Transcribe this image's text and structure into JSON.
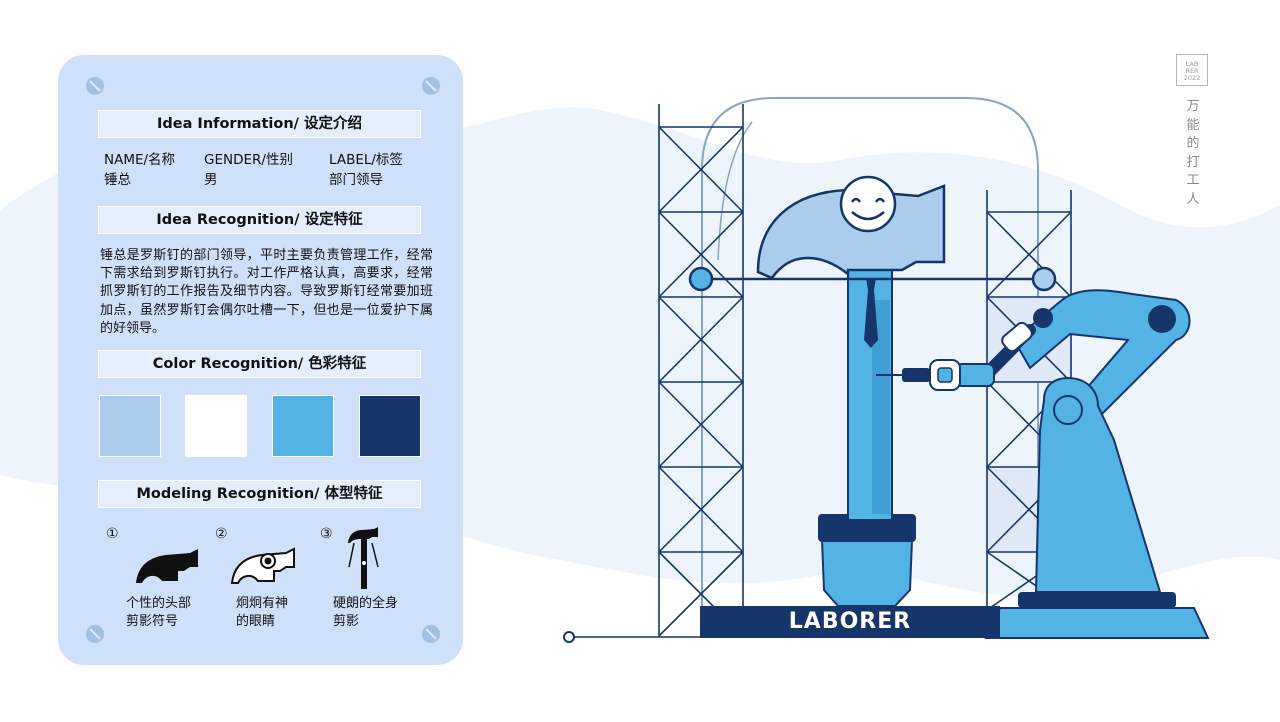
{
  "sections": {
    "info_title": "Idea Information/ 设定介绍",
    "recognition_title": "Idea Recognition/ 设定特征",
    "color_title": "Color Recognition/ 色彩特征",
    "modeling_title": "Modeling Recognition/ 体型特征"
  },
  "info": {
    "name_label": "NAME/名称",
    "name_value": "锤总",
    "gender_label": "GENDER/性别",
    "gender_value": "男",
    "tag_label": "LABEL/标签",
    "tag_value": "部门领导"
  },
  "description": "锤总是罗斯钉的部门领导，平时主要负责管理工作，经常下需求给到罗斯钉执行。对工作严格认真，高要求，经常抓罗斯钉的工作报告及细节内容。导致罗斯钉经常要加班加点，虽然罗斯钉会偶尔吐槽一下，但也是一位爱护下属的好领导。",
  "colors": [
    "#a9cdea",
    "#ffffff",
    "#52b3e4",
    "#15356b"
  ],
  "modeling": [
    {
      "num": "①",
      "line1": "个性的头部",
      "line2": "剪影符号"
    },
    {
      "num": "②",
      "line1": "炯炯有神",
      "line2": "的眼睛"
    },
    {
      "num": "③",
      "line1": "硬朗的全身",
      "line2": "剪影"
    }
  ],
  "brand": {
    "logo_line1": "LAB",
    "logo_line2": "RER",
    "logo_line3": "2022",
    "vertical_title": "万能的打工人"
  },
  "scene": {
    "base_label": "LABORER"
  }
}
